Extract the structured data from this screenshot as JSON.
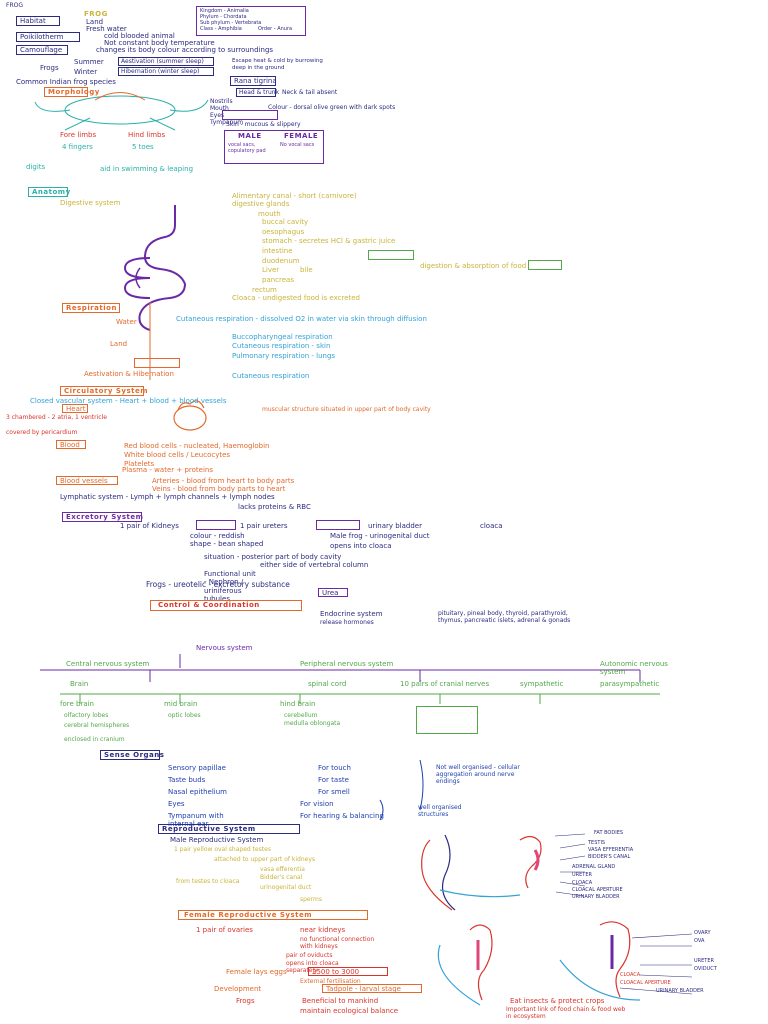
{
  "header": {
    "title": "FROG"
  },
  "top": {
    "kingdom": "Kingdom - Animalia",
    "phylum": "Phylum - Chordata",
    "subphylum": "Sub phylum - Vertebrata",
    "class": "Class - Amphibia",
    "order": "Order - Anura",
    "habitat_label": "Habitat",
    "habitat_items": [
      "Land",
      "Fresh water"
    ],
    "poikilotherm_label": "Poikilotherm",
    "poikilotherm_items": [
      "cold blooded animal",
      "Not constant body temperature"
    ],
    "camouflage_label": "Camouflage",
    "camouflage_text": "changes its body colour according to surroundings",
    "frogs_label": "Frogs",
    "summer": "Summer",
    "winter": "Winter",
    "aestivation": "Aestivation (summer sleep)",
    "hibernation": "Hibernation (winter sleep)",
    "burrow": "Escape heat & cold by burrowing deep in the ground",
    "species": "Common Indian frog species",
    "species_name": "Rana tigrina"
  },
  "morphology": {
    "title": "Morphology",
    "head_trunk": "Head & trunk",
    "neck_tail": "Neck & tail absent",
    "mouth": "Mouth",
    "nostril": "Nostrils",
    "eyes": "Eyes",
    "tympanum": "Tympanum",
    "skin": "Skin - mucous & slippery",
    "forelimbs": "Fore limbs",
    "hindlimbs": "Hind limbs",
    "fingers": "4 fingers",
    "toes": "5 toes",
    "digits": "digits",
    "male": "MALE",
    "female": "FEMALE",
    "male_traits": "vocal sacs, copulatory pad",
    "female_traits": "No vocal sacs",
    "colour": "Colour - dorsal olive green with dark spots",
    "aids": "aid in swimming & leaping"
  },
  "anatomy": {
    "title": "Anatomy",
    "digestive": "Digestive system",
    "alimentary": "Alimentary canal - short (carnivore)",
    "digestive_glands": "digestive glands",
    "mouth": "mouth",
    "buccal": "buccal cavity",
    "oesophagus": "oesophagus",
    "stomach": "stomach - secretes HCl & gastric juice",
    "intestine": "intestine",
    "rectum": "rectum",
    "cloaca": "cloaca",
    "liver": "Liver",
    "bile": "bile",
    "pancreas": "pancreas",
    "duodenum": "duodenum",
    "absorption": "digestion & absorption of food",
    "egest": "Cloaca - undigested food is excreted"
  },
  "respiration": {
    "title": "Respiration",
    "water": "Water",
    "water_text": "Cutaneous respiration - dissolved O2 in water via skin through diffusion",
    "land": "Land",
    "land1": "Buccopharyngeal respiration",
    "land2": "Cutaneous respiration - skin",
    "land3": "Pulmonary respiration - lungs",
    "aestivation": "Aestivation & Hibernation",
    "aest_text": "Cutaneous respiration"
  },
  "circulatory": {
    "title": "Circulatory System",
    "closed": "Closed vascular system - Heart + blood + blood vessels",
    "heart": "Heart",
    "heart_text": "muscular structure situated in upper part of body cavity",
    "chambers": "3 chambered - 2 atria, 1 ventricle",
    "covered": "covered by pericardium",
    "blood": "Blood",
    "rbc": "Red blood cells - nucleated, Haemoglobin",
    "wbc": "White blood cells / Leucocytes",
    "platelets": "Platelets",
    "plasma": "Plasma - water + proteins",
    "vessels": "Blood vessels",
    "arteries": "Arteries - blood from heart to body parts",
    "veins": "Veins - blood from body parts to heart",
    "lymph": "Lymphatic system - Lymph + lymph channels + lymph nodes",
    "lymph_note": "lacks proteins & RBC"
  },
  "excretory": {
    "title": "Excretory System",
    "pair": "1 pair of Kidneys",
    "ureter": "1 pair ureters",
    "bladder": "urinary bladder",
    "cloaca": "cloaca",
    "colour": "colour - reddish",
    "shape": "shape - bean shaped",
    "situation": "situation - posterior part of body cavity",
    "either": "either side of vertebral column",
    "unit": "Functional unit - Nephron / uriniferous tubules",
    "male_frog": "Male frog - urinogenital duct",
    "female_frog": "opens into cloaca",
    "ureotelic": "Frogs - ureotelic - excretory substance",
    "urea": "Urea"
  },
  "control": {
    "title": "Control & Coordination",
    "endocrine": "Endocrine system",
    "glands": "pituitary, pineal body, thyroid, parathyroid, thymus, pancreatic islets, adrenal & gonads",
    "hormones": "release hormones",
    "nervous": "Nervous system",
    "central": "Central nervous system",
    "peripheral": "Peripheral nervous system",
    "autonomic": "Autonomic nervous system",
    "brain": "Brain",
    "spinal": "spinal cord",
    "cranial": "10 pairs of cranial nerves",
    "fore": "fore brain",
    "mid": "mid brain",
    "hind": "hind brain",
    "olfactory": "olfactory lobes",
    "cerebral": "cerebral hemispheres",
    "optic": "optic lobes",
    "cerebellum": "cerebellum",
    "medulla": "medulla oblongata",
    "cranium": "enclosed in cranium",
    "sympathetic": "sympathetic",
    "parasympathetic": "parasympathetic"
  },
  "sense": {
    "title": "Sense Organs",
    "papillae": "Sensory papillae",
    "papillae_fn": "For touch",
    "taste": "Taste buds",
    "taste_fn": "For taste",
    "nasal": "Nasal epithelium",
    "nasal_fn": "For smell",
    "eyes": "Eyes",
    "eyes_fn": "For vision",
    "tympanum": "Tympanum with internal ear",
    "tympanum_fn": "For hearing & balancing",
    "group1": "Not well organised - cellular aggregation around nerve endings",
    "group2": "well organised structures"
  },
  "reproductive": {
    "title": "Reproductive System",
    "male": "Male Reproductive System",
    "testes": "1 pair yellow oval shaped testes",
    "attached": "attached to upper part of kidneys",
    "vasa": "vasa efferentia",
    "bidder": "Bidder's canal",
    "urinogenital": "urinogenital duct",
    "from_testes": "from testes to cloaca",
    "sperms": "sperms",
    "fat_bodies": "FAT BODIES",
    "label_testis": "TESTIS",
    "label_vasa": "VASA EFFERENTIA",
    "label_bidder": "BIDDER'S CANAL",
    "label_adrenal": "ADRENAL GLAND",
    "label_ureter": "URETER",
    "label_cloaca": "CLOACA",
    "label_aperture": "CLOACAL APERTURE",
    "label_bladder": "URINARY BLADDER",
    "female": "Female Reproductive System",
    "ovaries": "1 pair of ovaries",
    "near_kidneys": "near kidneys",
    "no_connection": "no functional connection with kidneys",
    "oviduct": "pair of oviducts",
    "opens": "opens into cloaca separately",
    "female_lays": "Female lays eggs",
    "egg_count": "2500 to 3000",
    "fertilisation": "External fertilisation",
    "development": "Development",
    "tadpole": "Tadpole - larval stage",
    "label_ovary": "OVARY",
    "label_ova": "OVA",
    "label_ureter2": "URETER",
    "label_oviduct": "OVIDUCT",
    "label_cloaca2": "CLOACA",
    "label_aperture2": "CLOACAL APERTURE",
    "label_bladder2": "URINARY BLADDER"
  },
  "footer": {
    "frogs": "Frogs",
    "beneficial": "Beneficial to mankind",
    "eat": "Eat insects & protect crops",
    "balance": "maintain ecological balance",
    "food": "Important link of food chain & food web in ecosystem"
  }
}
